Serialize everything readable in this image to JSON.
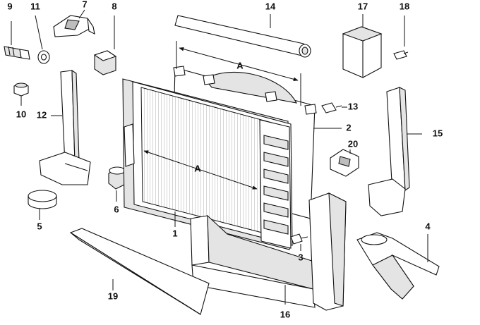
{
  "diagram": {
    "part_labels": [
      "1",
      "2",
      "3",
      "4",
      "5",
      "6",
      "7",
      "8",
      "9",
      "10",
      "11",
      "12",
      "13",
      "14",
      "15",
      "16",
      "17",
      "18",
      "19",
      "20"
    ],
    "dimension_label": "A"
  }
}
